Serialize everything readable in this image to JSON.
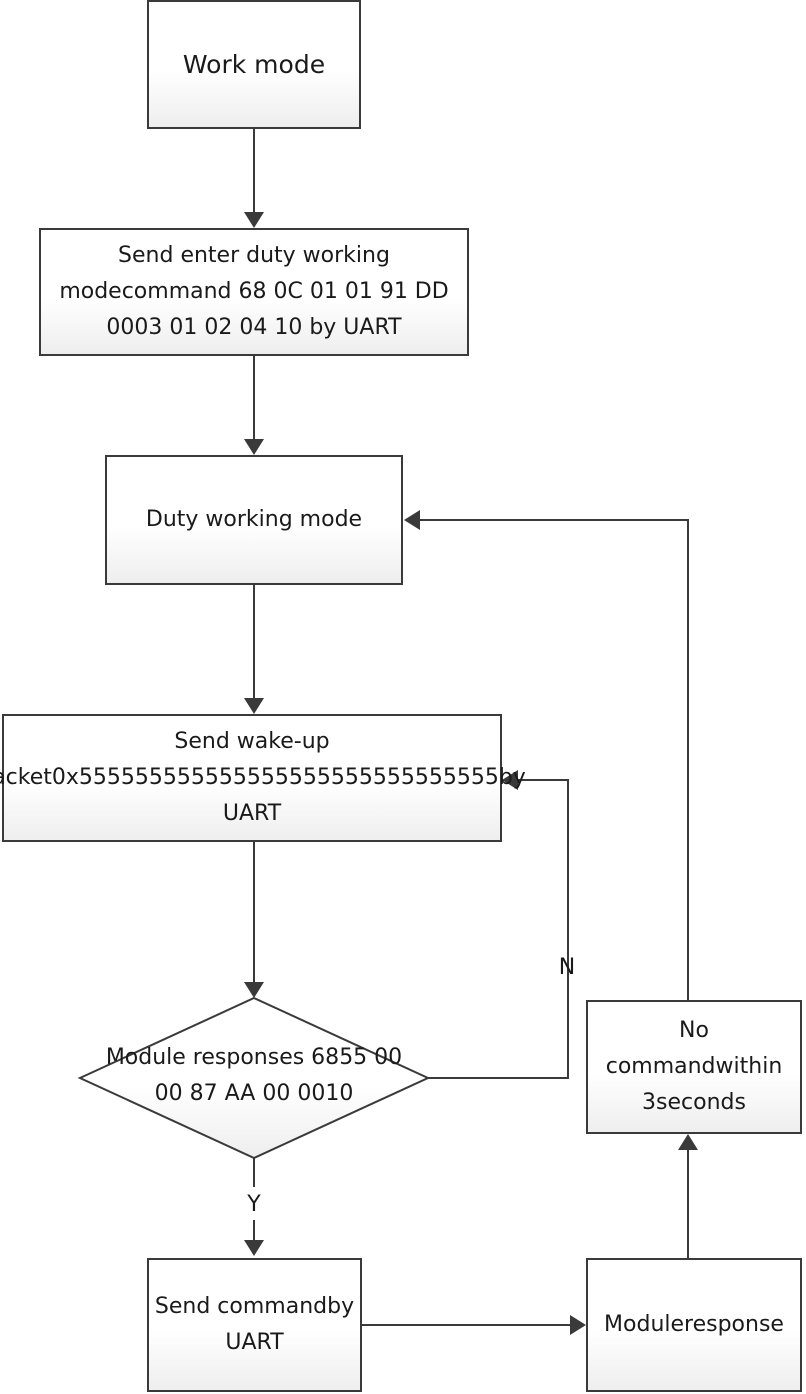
{
  "nodes": {
    "work_mode": {
      "lines": [
        "Work mode"
      ]
    },
    "send_enter_duty": {
      "lines": [
        "Send enter duty working mode",
        "command 68 0C 01 01 91 DD 00",
        "03 01 02 04 10 by UART"
      ]
    },
    "duty_working_mode": {
      "lines": [
        "Duty working mode"
      ]
    },
    "send_wakeup": {
      "lines": [
        "Send wake-up packet",
        "0x555555555555555555555555555555",
        "by UART"
      ]
    },
    "module_responses": {
      "lines": [
        "Module responses 68",
        "55 00 00 87 AA 00 00",
        "10"
      ]
    },
    "send_command": {
      "lines": [
        "Send command",
        "by UART"
      ]
    },
    "module_response": {
      "lines": [
        "Module",
        "response"
      ]
    },
    "no_command": {
      "lines": [
        "No command",
        "within 3",
        "seconds"
      ]
    }
  },
  "edge_labels": {
    "yes": "Y",
    "no": "N"
  },
  "colors": {
    "stroke": "#3a3a3a",
    "box_fill_top": "#ffffff",
    "box_fill_bottom": "#eeeeee"
  }
}
